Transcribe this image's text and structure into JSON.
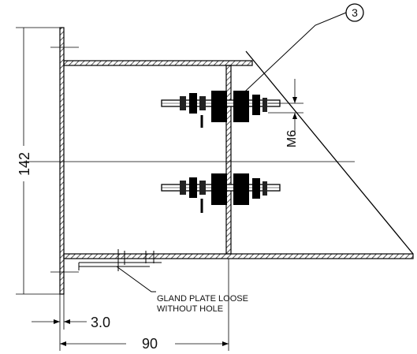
{
  "drawing": {
    "balloon_label": "3",
    "dimensions": {
      "height": "142",
      "plate_thickness": "3.0",
      "depth": "90",
      "bolt": "M6"
    },
    "note_lines": [
      "GLAND PLATE LOOSE",
      "WITHOUT HOLE"
    ]
  }
}
